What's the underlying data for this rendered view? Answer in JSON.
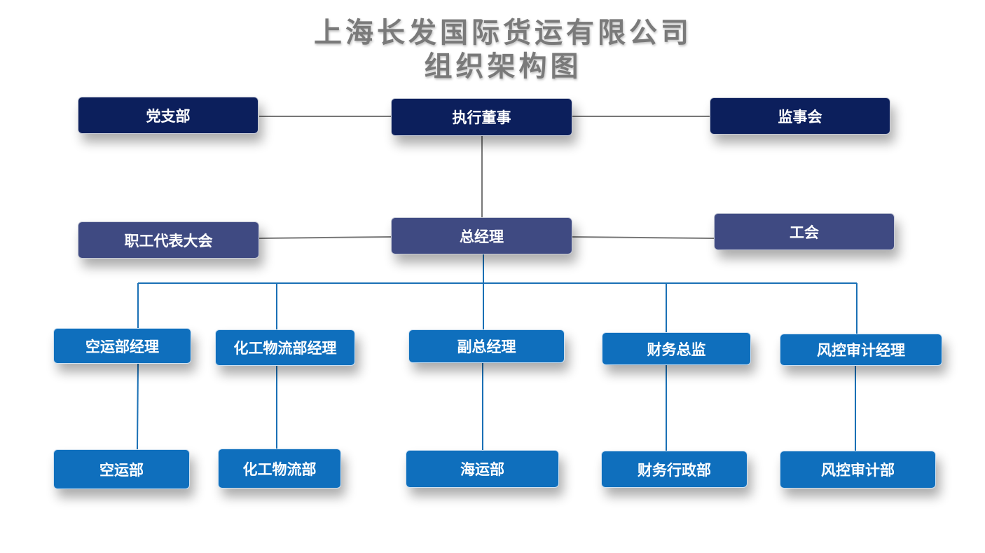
{
  "title": {
    "line1": "上海长发国际货运有限公司",
    "line2": "组织架构图"
  },
  "top_row": {
    "party": "党支部",
    "executive_director": "执行董事",
    "supervisory_board": "监事会"
  },
  "second_row": {
    "workers_congress": "职工代表大会",
    "general_manager": "总经理",
    "trade_union": "工会"
  },
  "managers": {
    "air": "空运部经理",
    "chemical": "化工物流部经理",
    "deputy": "副总经理",
    "finance": "财务总监",
    "risk": "风控审计经理"
  },
  "departments": {
    "air": "空运部",
    "chemical": "化工物流部",
    "sea": "海运部",
    "finance": "财务行政部",
    "risk": "风控审计部"
  },
  "colors": {
    "top_level": "#0c1f5c",
    "second_level": "#3f4a82",
    "department": "#0f6fbd",
    "title": "#7a7a7a"
  }
}
